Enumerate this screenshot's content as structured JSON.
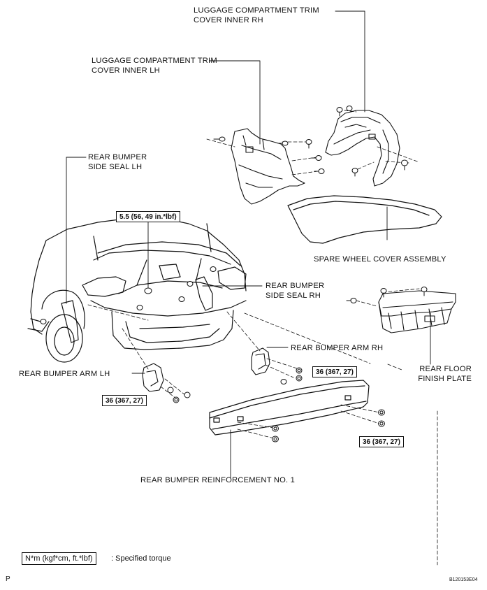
{
  "diagram": {
    "labels": {
      "trim_cover_rh": [
        "LUGGAGE COMPARTMENT TRIM",
        "COVER INNER RH"
      ],
      "trim_cover_lh": [
        "LUGGAGE COMPARTMENT TRIM",
        "COVER INNER LH"
      ],
      "side_seal_lh": [
        "REAR BUMPER",
        "SIDE SEAL LH"
      ],
      "side_seal_rh": [
        "REAR BUMPER",
        "SIDE SEAL RH"
      ],
      "spare_wheel_cover": "SPARE WHEEL COVER ASSEMBLY",
      "arm_rh": "REAR BUMPER ARM RH",
      "arm_lh": "REAR BUMPER ARM LH",
      "rear_floor_plate": [
        "REAR FLOOR",
        "FINISH PLATE"
      ],
      "reinforcement": "REAR BUMPER REINFORCEMENT NO. 1"
    },
    "torques": {
      "top": "5.5 (56, 49 in.*lbf)",
      "arm_rh": "36 (367, 27)",
      "arm_lh": "36 (367, 27)",
      "reinforcement_rh": "36 (367, 27)"
    },
    "legend": {
      "box": "N*m (kgf*cm, ft.*lbf)",
      "text": ": Specified torque"
    },
    "footer": {
      "page_mark": "P",
      "figure_id": "B120153E04"
    }
  }
}
